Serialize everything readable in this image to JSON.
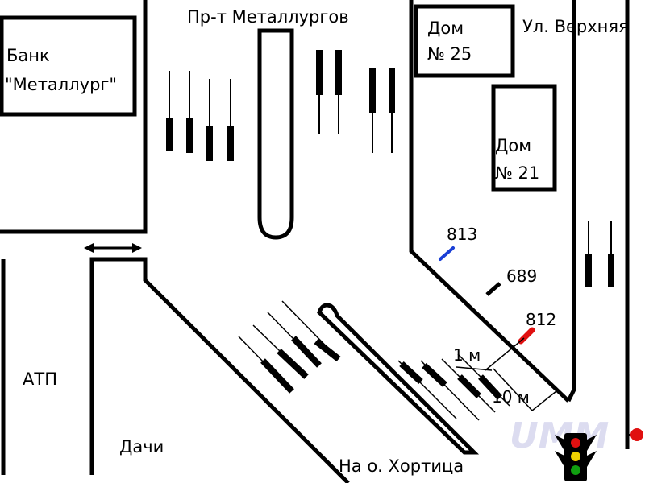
{
  "streets": {
    "prospekt": "Пр-т Металлургов",
    "verkhnyaya": "Ул. Верхняя",
    "khortitsa": "На о. Хортица"
  },
  "places": {
    "bank_line1": "Банк",
    "bank_line2": "\"Металлург\"",
    "house25_line1": "Дом",
    "house25_line2": "№ 25",
    "house21_line1": "Дом",
    "house21_line2": "№ 21",
    "atp": "АТП",
    "dachi": "Дачи"
  },
  "vehicles": [
    {
      "label": "813",
      "color": "#1a3fd6"
    },
    {
      "label": "689",
      "color": "#000000"
    },
    {
      "label": "812",
      "color": "#e01010"
    }
  ],
  "measurements": {
    "short": "1 м",
    "long": "10 м"
  },
  "watermark": "UMM",
  "traffic_light": {
    "colors": [
      "#e01010",
      "#f0d000",
      "#10a010"
    ],
    "body_color": "#000000"
  },
  "side_signal": {
    "color": "#e01010"
  }
}
